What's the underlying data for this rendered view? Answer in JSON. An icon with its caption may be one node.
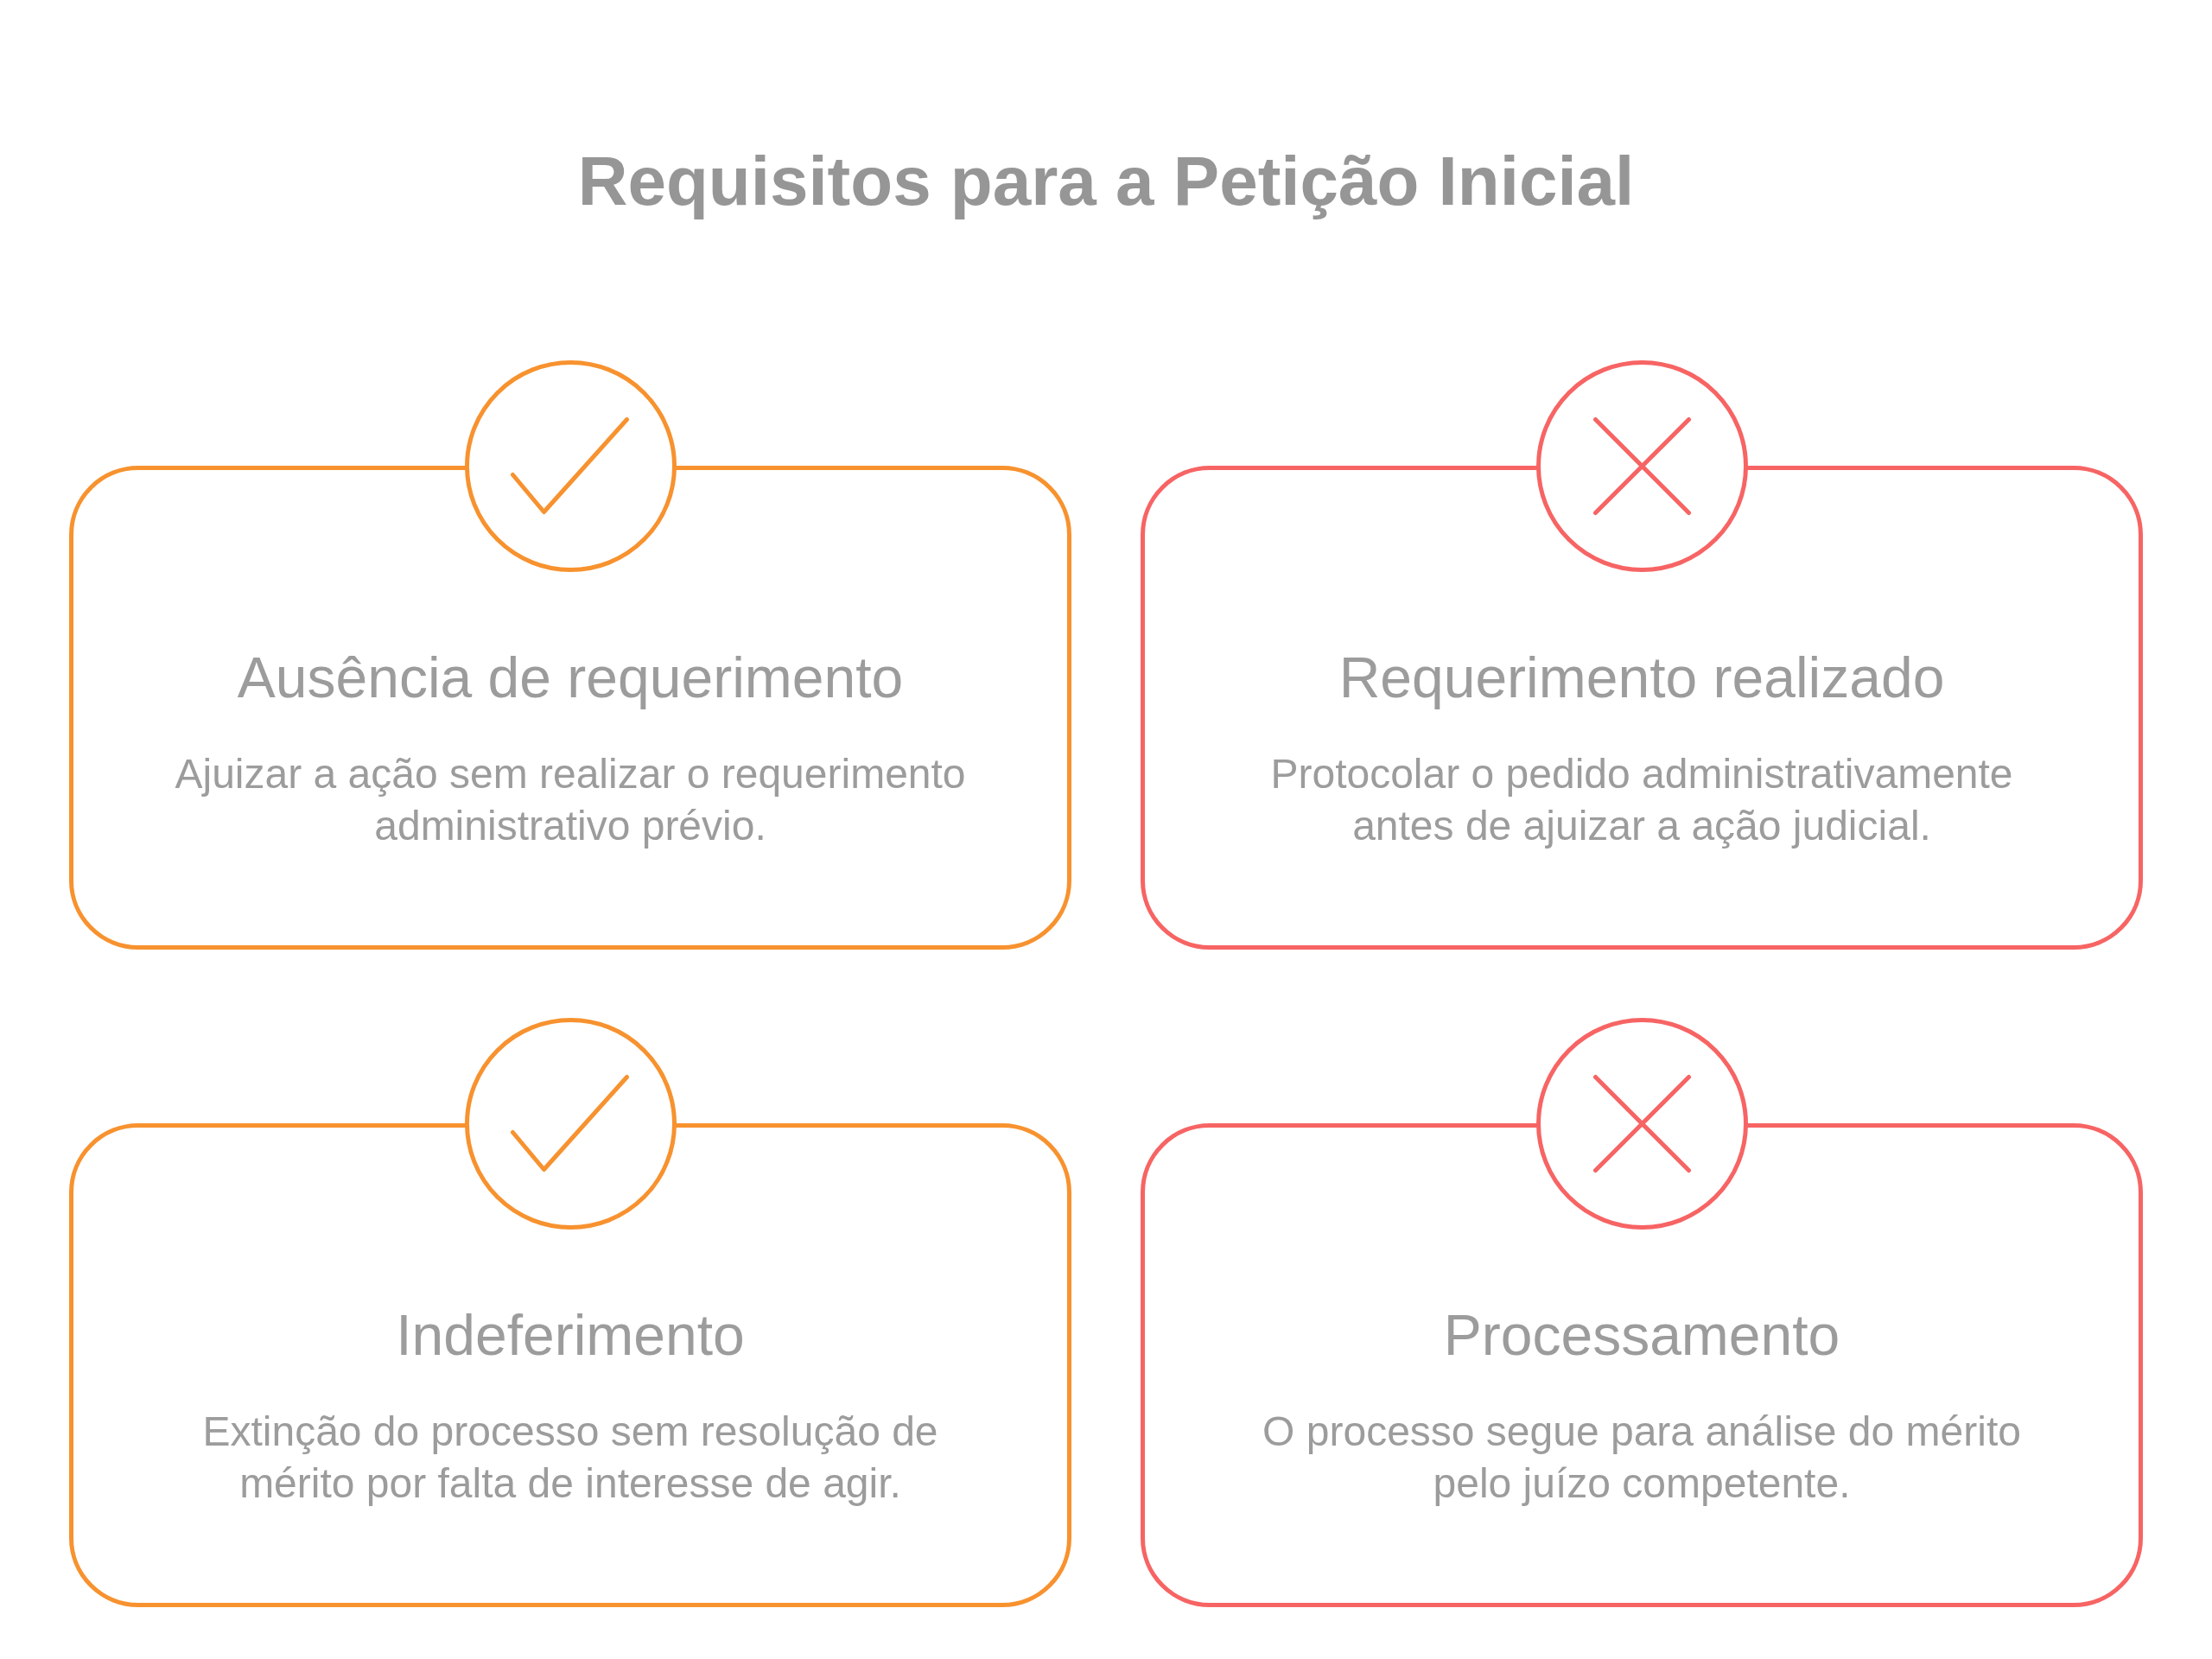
{
  "diagram": {
    "title": "Requisitos para a Petição Inicial",
    "nodes": [
      {
        "text": [
          "Ausência de requerimento",
          "Ajuizar a ação sem realizar o requerimento administrativo prévio."
        ]
      },
      {
        "text": [
          "Requerimento realizado",
          "Protocolar o pedido administrativamente antes de ajuizar a ação judicial."
        ]
      },
      {
        "text": [
          "Indeferimento",
          "Extinção do processo sem resolução de mérito por falta de interesse de agir."
        ]
      },
      {
        "text": [
          "Processamento",
          "O processo segue para análise do mérito pelo juízo competente."
        ]
      }
    ]
  }
}
